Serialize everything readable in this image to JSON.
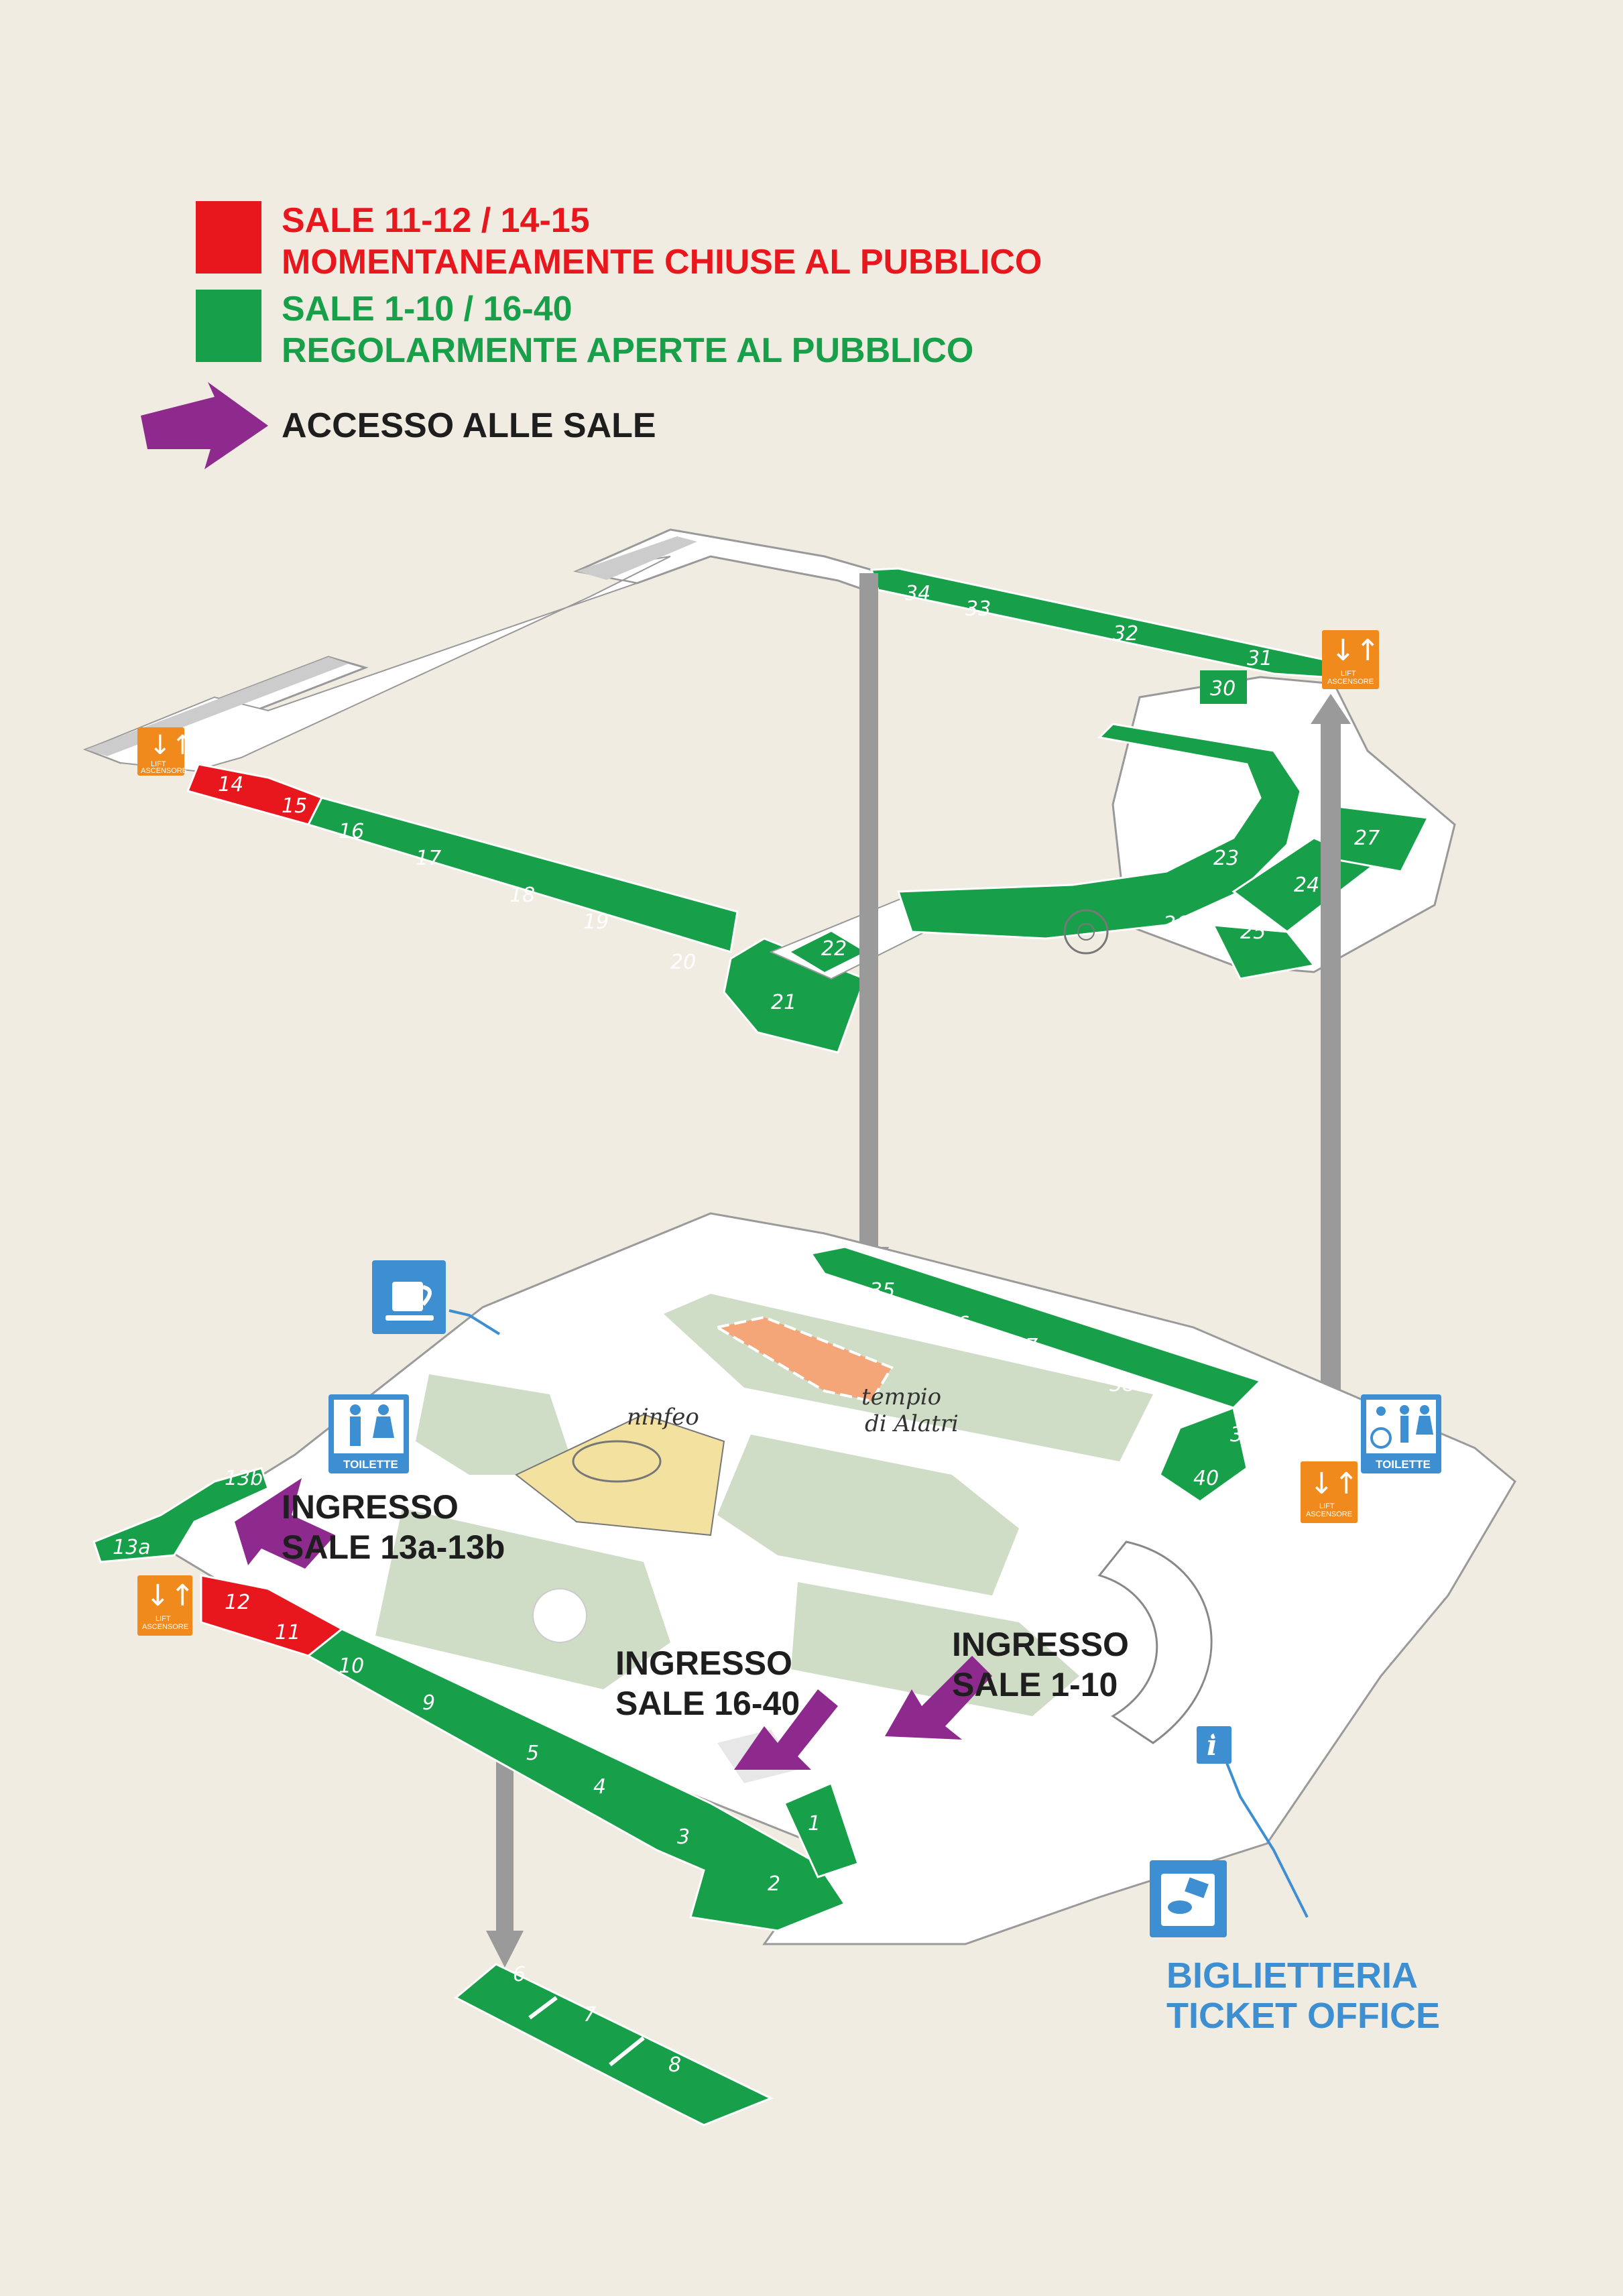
{
  "legend": {
    "closed": {
      "line1": "SALE 11-12 / 14-15",
      "line2": "MOMENTANEAMENTE CHIUSE AL PUBBLICO",
      "color": "#e8171d"
    },
    "open": {
      "line1": "SALE 1-10 / 16-40",
      "line2": "REGOLARMENTE APERTE AL PUBBLICO",
      "color": "#17a049"
    },
    "access": {
      "label": "ACCESSO ALLE SALE",
      "color": "#8e2a8e"
    }
  },
  "upper_floor": {
    "rooms": [
      "14",
      "15",
      "16",
      "17",
      "18",
      "19",
      "20",
      "21",
      "22",
      "23",
      "24",
      "25",
      "26",
      "27",
      "30",
      "31",
      "32",
      "33",
      "34"
    ],
    "closed_rooms": [
      "14",
      "15"
    ]
  },
  "ground_floor": {
    "rooms": [
      "1",
      "2",
      "3",
      "4",
      "5",
      "9",
      "10",
      "11",
      "12",
      "13a",
      "13b",
      "35",
      "36",
      "37",
      "38",
      "39",
      "40"
    ],
    "closed_rooms": [
      "11",
      "12"
    ]
  },
  "lower_floor": {
    "rooms": [
      "6",
      "7",
      "8"
    ]
  },
  "labels": {
    "tempio_1": "tempio",
    "tempio_2": "di Alatri",
    "ninfeo": "ninfeo"
  },
  "entrances": {
    "e13_1": "INGRESSO",
    "e13_2": "SALE 13a-13b",
    "e16_1": "INGRESSO",
    "e16_2": "SALE 16-40",
    "e1_1": "INGRESSO",
    "e1_2": "SALE 1-10"
  },
  "ticket_office": {
    "line1": "BIGLIETTERIA",
    "line2": "TICKET OFFICE",
    "color": "#3d8fd1"
  },
  "icons": {
    "lift_line1": "LIFT",
    "lift_line2": "ASCENSORE",
    "toilet": "TOILETTE",
    "lift_icon": "lift-icon",
    "toilet_icon": "toilet-icon",
    "cafe_icon": "cafe-icon",
    "info_icon": "info-icon",
    "ticket_icon": "ticket-icon"
  }
}
